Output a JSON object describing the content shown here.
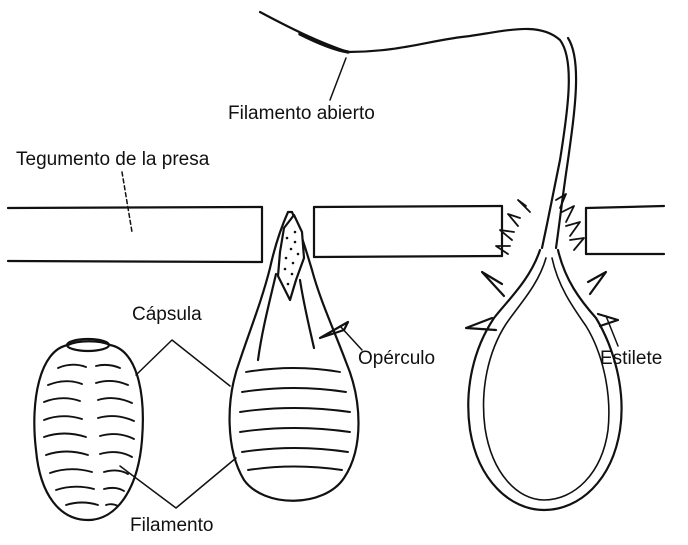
{
  "labels": {
    "open_filament": "Filamento abierto",
    "prey_tegument": "Tegumento de la presa",
    "capsule": "Cápsula",
    "operculum": "Opérculo",
    "stylet": "Estilete",
    "filament": "Filamento"
  },
  "colors": {
    "ink": "#111111",
    "paper": "#ffffff"
  }
}
